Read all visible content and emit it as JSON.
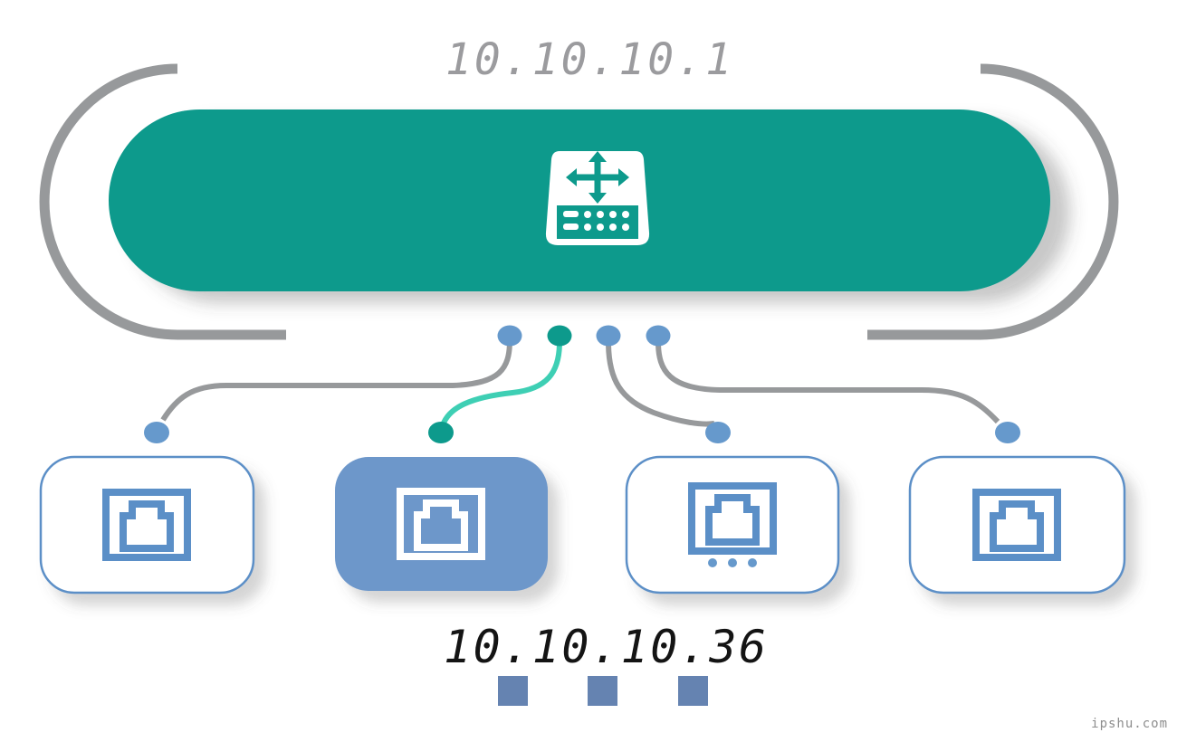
{
  "labels": {
    "router_ip": "10.10.10.1",
    "client_ip": "10.10.10.36",
    "watermark": "ipshu.com"
  },
  "router": {
    "icon": "network-switch-icon",
    "ports_shown": 4
  },
  "links": [
    {
      "from_port": 1,
      "to": "device-1",
      "state": "inactive"
    },
    {
      "from_port": 2,
      "to": "device-2",
      "state": "active"
    },
    {
      "from_port": 3,
      "to": "device-3",
      "state": "inactive"
    },
    {
      "from_port": 4,
      "to": "device-4",
      "state": "inactive"
    }
  ],
  "devices": [
    {
      "id": "device-1",
      "icon": "ethernet-port-icon",
      "highlighted": false
    },
    {
      "id": "device-2",
      "icon": "ethernet-port-icon",
      "highlighted": true,
      "ip": "10.10.10.36"
    },
    {
      "id": "device-3",
      "icon": "ethernet-port-icon",
      "highlighted": false,
      "has_ellipsis": true
    },
    {
      "id": "device-4",
      "icon": "ethernet-port-icon",
      "highlighted": false
    }
  ],
  "decor": {
    "footer_squares": 3
  },
  "colors": {
    "teal": "#0d9a8c",
    "teal-light": "#3ecfb4",
    "blue-dot": "#6699cc",
    "blue-fill": "#6d97ca",
    "blue-stroke": "#5b8fc7",
    "square-blue": "#6583b1",
    "line-gray": "#97999b",
    "text-gray": "#9b9b9e",
    "text-dark": "#141414",
    "watermark-gray": "#8d8d8d"
  }
}
